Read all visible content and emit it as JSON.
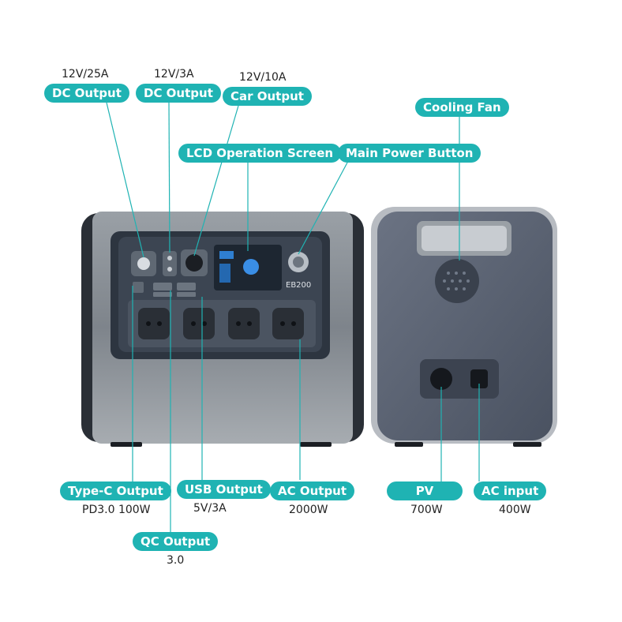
{
  "labels": {
    "dc_output_1": {
      "title": "DC Output",
      "spec": "12V/25A"
    },
    "dc_output_2": {
      "title": "DC Output",
      "spec": "12V/3A"
    },
    "car_output": {
      "title": "Car Output",
      "spec": "12V/10A"
    },
    "lcd_screen": {
      "title": "LCD Operation Screen"
    },
    "main_power_button": {
      "title": "Main Power Button"
    },
    "cooling_fan": {
      "title": "Cooling Fan"
    },
    "type_c_output": {
      "title": "Type-C Output",
      "spec": "PD3.0 100W"
    },
    "usb_output": {
      "title": "USB Output",
      "spec": "5V/3A"
    },
    "ac_output": {
      "title": "AC Output",
      "spec": "2000W"
    },
    "pv": {
      "title": "PV",
      "spec": "700W"
    },
    "ac_input": {
      "title": "AC input",
      "spec": "400W"
    },
    "qc_output": {
      "title": "QC Output",
      "spec": "3.0"
    }
  },
  "device": {
    "model": "EB200"
  },
  "colors": {
    "accent": "#1fb3b3",
    "body": "#8e9399",
    "panel": "#2d3540",
    "rear": "#5a6271"
  }
}
